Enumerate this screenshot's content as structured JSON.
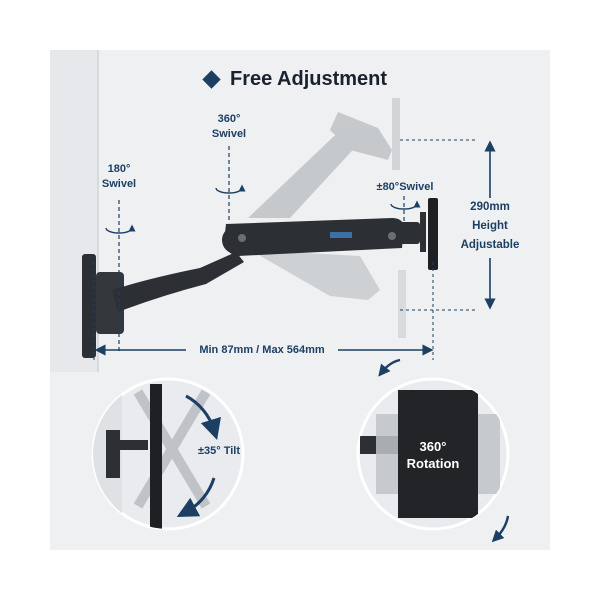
{
  "title": "Free Adjustment",
  "labels": {
    "swivel_180": [
      "180°",
      "Swivel"
    ],
    "swivel_360": [
      "360°",
      "Swivel"
    ],
    "swivel_80": "±80°Swivel",
    "height": [
      "290mm",
      "Height",
      "Adjustable"
    ],
    "extension": "Min 87mm / Max 564mm",
    "tilt": "±35° Tilt",
    "rotation": [
      "360°",
      "Rotation"
    ]
  },
  "colors": {
    "accent": "#1c3f63",
    "panel": "#eef0f2",
    "arm": "#2c2f33",
    "ghost": "#b9bcbf",
    "text_dark": "#1a2230"
  },
  "icons": [
    "diamond-icon",
    "swivel-arrow-icon",
    "curved-arrow-icon"
  ]
}
